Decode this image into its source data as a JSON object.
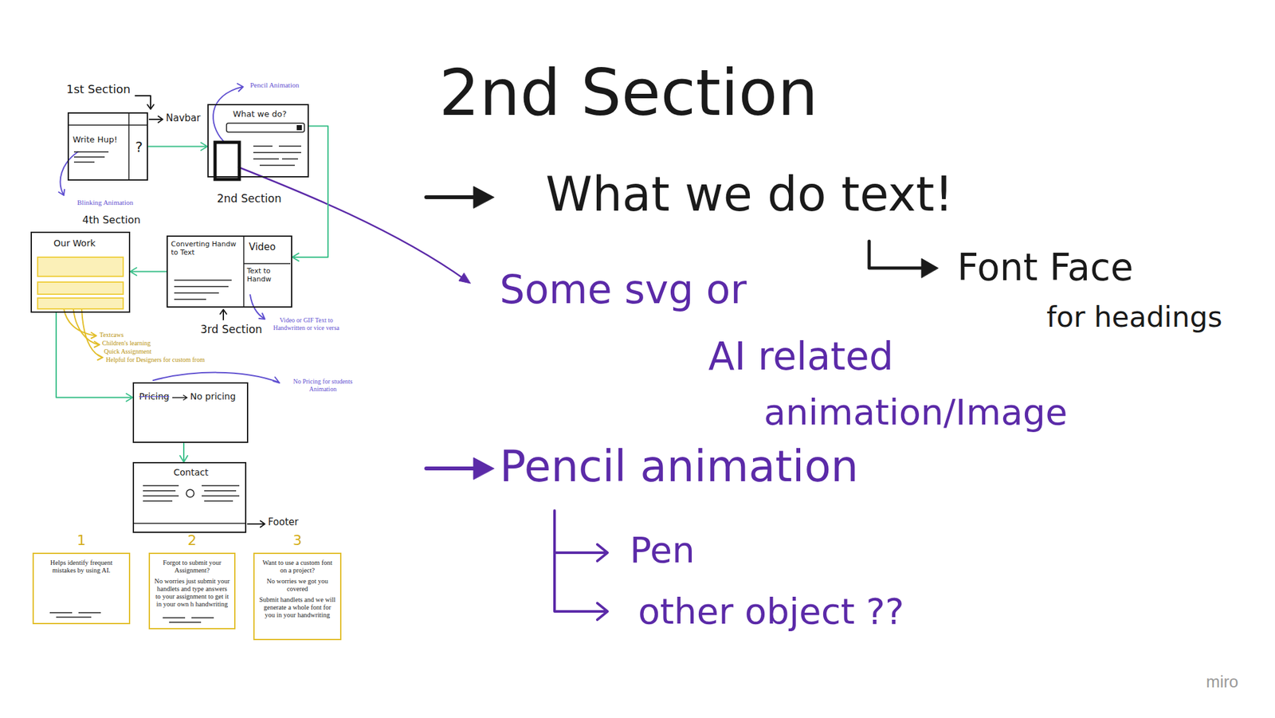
{
  "diagram": {
    "title": "2nd Section",
    "nodes": [
      {
        "text": [
          "1st Section",
          "Write Hup!",
          "?"
        ]
      },
      {
        "text": [
          "What we do?",
          "2nd Section"
        ]
      },
      {
        "text": [
          "Converting Handw to Text",
          "Video",
          "Text to Handw",
          "3rd Section"
        ]
      },
      {
        "text": [
          "4th Section",
          "Our Work"
        ]
      },
      {
        "text": [
          "Pricing",
          "No pricing"
        ]
      },
      {
        "text": [
          "Contact"
        ]
      },
      {
        "text": [
          "1",
          "Helps identify frequent mistakes by using AI."
        ]
      },
      {
        "text": [
          "2",
          "Forgot to submit your Assignment?",
          "No worries just submit your handlets and type answers to your assignment to get it in your own h handwriting"
        ]
      },
      {
        "text": [
          "3",
          "Want to use a custom font on a project?",
          "No worries we got you covered",
          "Submit handlets and we will generate a whole font for you in your handwriting"
        ]
      }
    ],
    "edges": [
      {
        "from": 0,
        "to": 1,
        "arrow": "to"
      },
      {
        "from": 1,
        "to": 2,
        "arrow": "to"
      },
      {
        "from": 2,
        "to": 3,
        "arrow": "to"
      },
      {
        "from": 3,
        "to": 4,
        "arrow": "to"
      },
      {
        "from": 4,
        "to": 5,
        "arrow": "to"
      }
    ],
    "labels": [
      "Pencil Animation",
      "Navbar",
      "Blinking Animation",
      "Video or GIF Text to Handwritten or vice versa",
      "Textcaws",
      "Children's learning",
      "Quick Assignment",
      "Helpful for Designers for custom from",
      "No Pricing for students Animation",
      "Footer",
      "What we do text!",
      "Font Face",
      "for headings",
      "Some svg or",
      "AI related",
      "animation/Image",
      "Pencil animation",
      "Pen",
      "other object ??",
      "miro"
    ]
  }
}
